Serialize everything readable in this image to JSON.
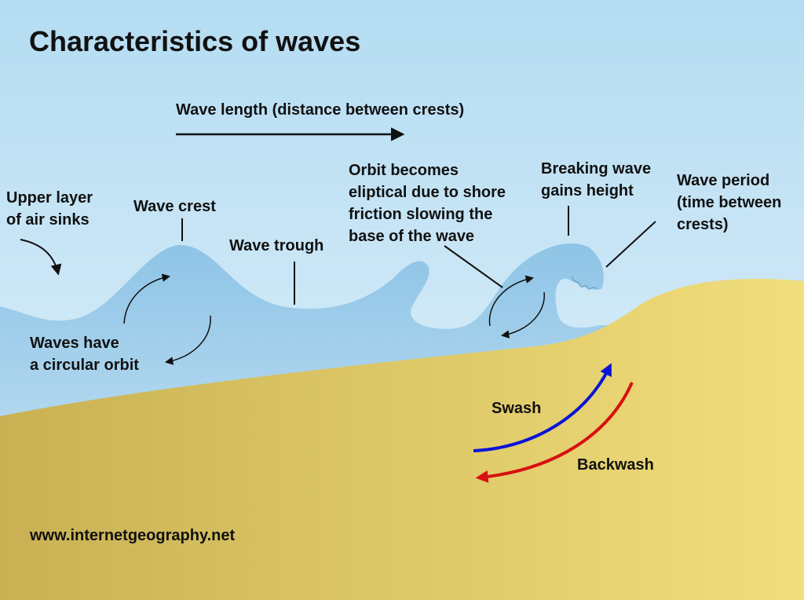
{
  "title": "Characteristics of waves",
  "colors": {
    "sky_top": "#b4dcf2",
    "sky_bottom": "#e4f2fa",
    "water_top": "#8ec4e6",
    "water_bottom": "#d6ebf8",
    "sand_dark": "#c9b153",
    "sand_light": "#f1de7c",
    "swash_arrow": "#0a14d8",
    "backwash_arrow": "#d81010",
    "text": "#111111"
  },
  "labels": {
    "wave_length": "Wave length (distance between crests)",
    "upper_layer": "Upper layer\nof air sinks",
    "wave_crest": "Wave crest",
    "wave_trough": "Wave trough",
    "orbit_elliptical": "Orbit becomes\neliptical due to shore\nfriction slowing the\nbase of the wave",
    "breaking_wave": "Breaking wave\ngains height",
    "wave_period": "Wave period\n(time between\ncrests)",
    "circular_orbit": "Waves have\na circular orbit",
    "swash": "Swash",
    "backwash": "Backwash",
    "website": "www.internetgeography.net"
  }
}
